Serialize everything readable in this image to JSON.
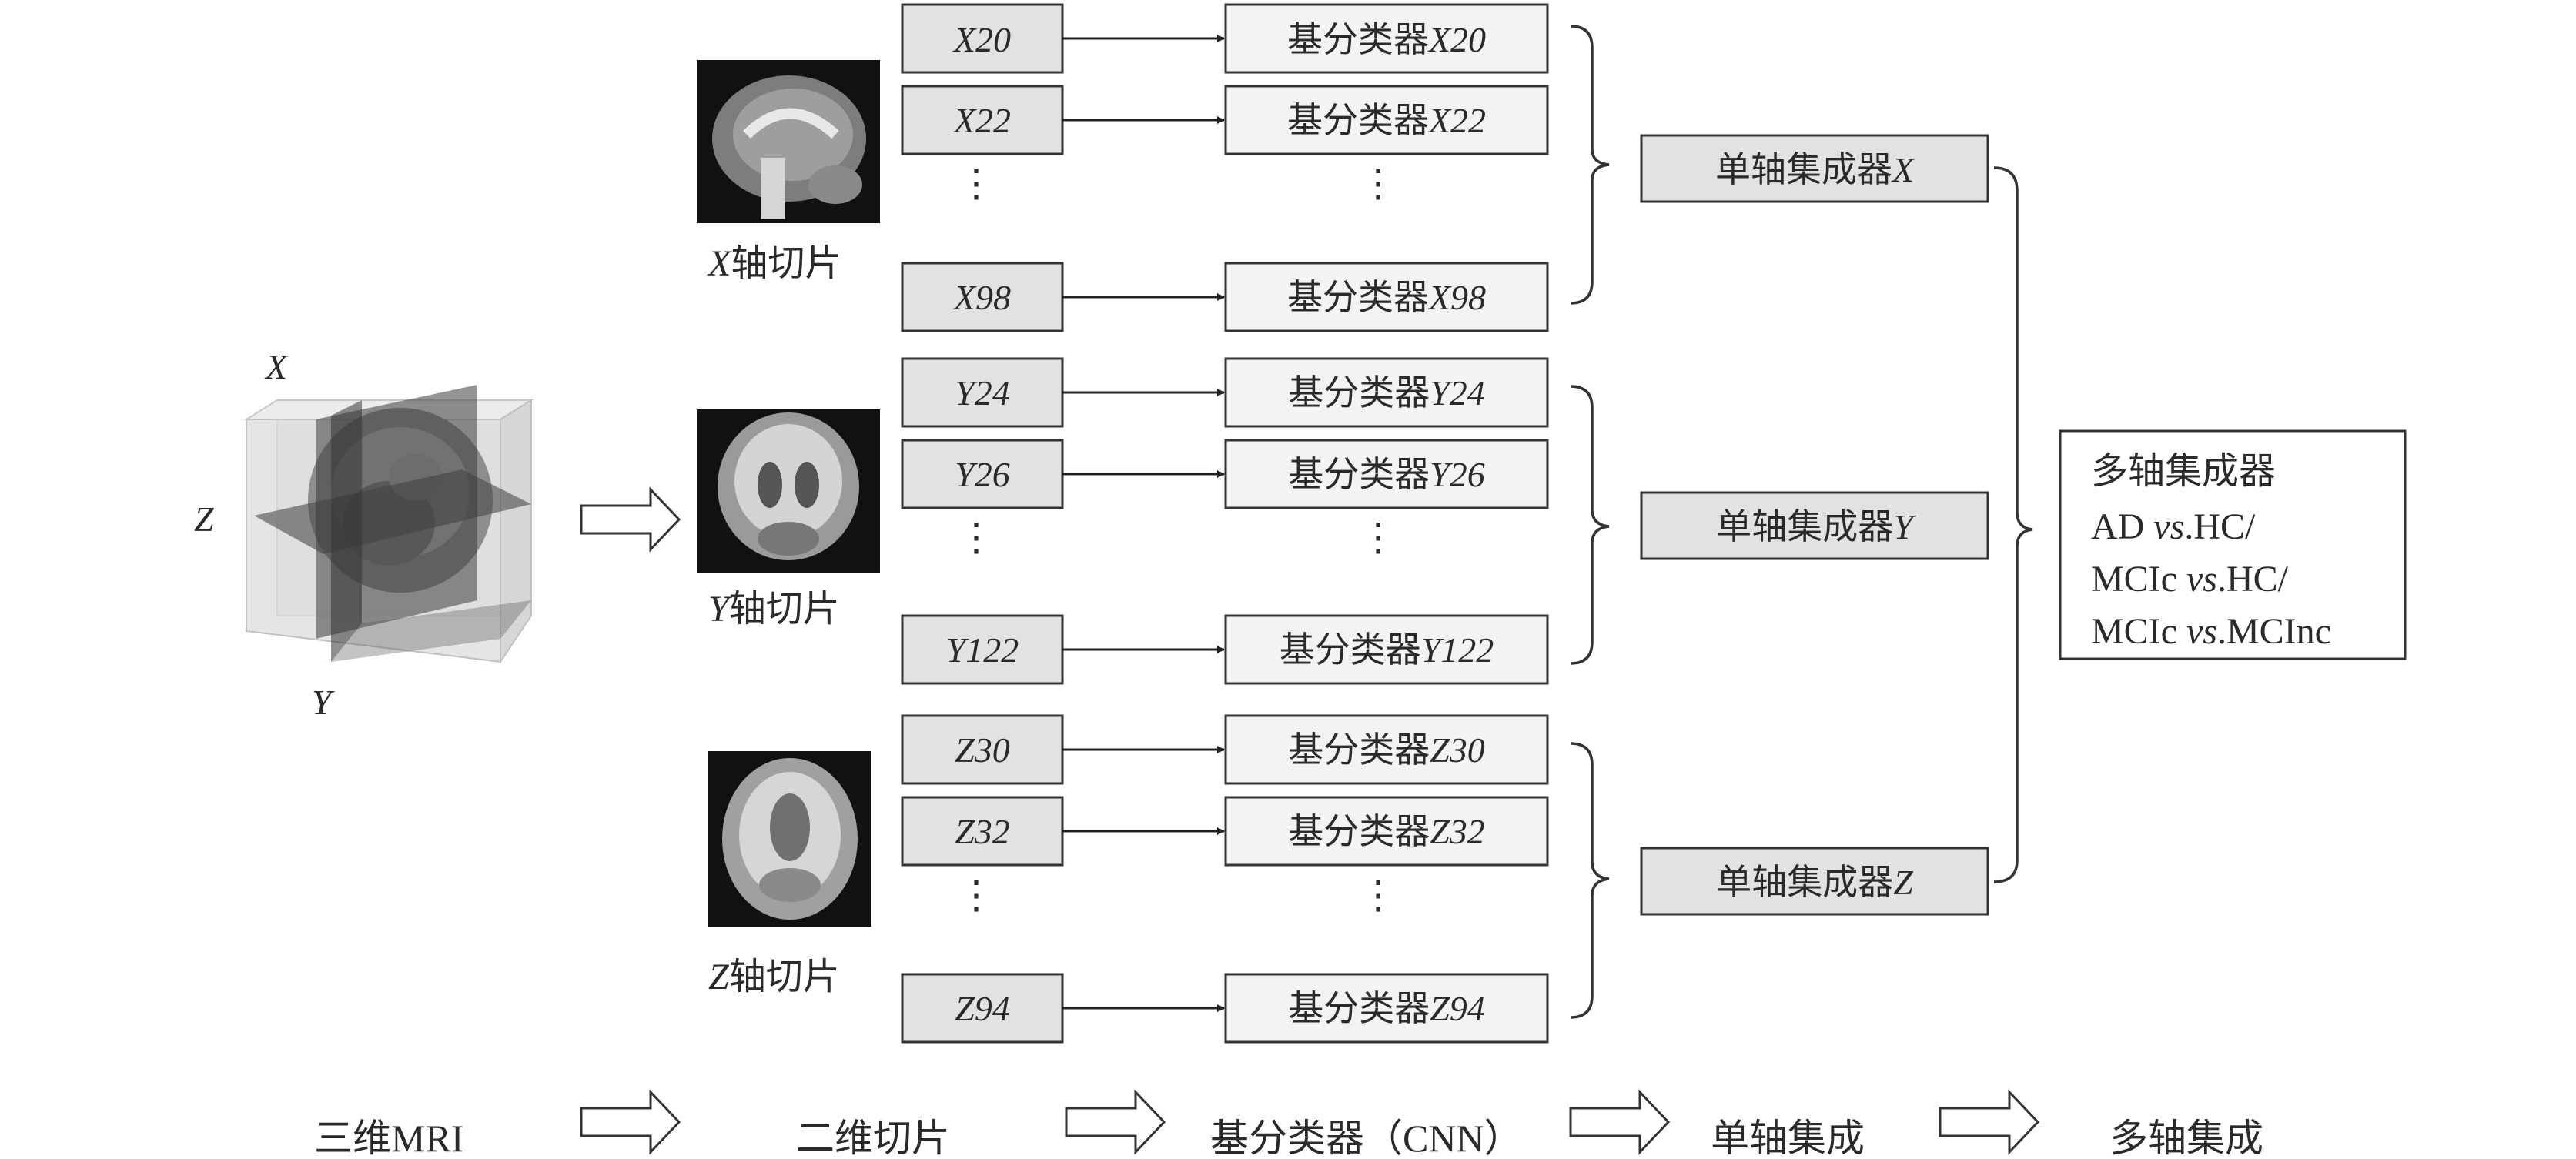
{
  "mri": {
    "axis_x": "X",
    "axis_y": "Y",
    "axis_z": "Z"
  },
  "slices": [
    {
      "axis": "X",
      "caption_axis": "X",
      "caption_text": "轴切片",
      "rows": [
        {
          "slice": "X20",
          "cls_prefix": "基分类器",
          "cls_axis": "X20"
        },
        {
          "slice": "X22",
          "cls_prefix": "基分类器",
          "cls_axis": "X22"
        },
        {
          "slice": "X98",
          "cls_prefix": "基分类器",
          "cls_axis": "X98"
        }
      ],
      "ensemble_prefix": "单轴集成器",
      "ensemble_axis": "X"
    },
    {
      "axis": "Y",
      "caption_axis": "Y",
      "caption_text": "轴切片",
      "rows": [
        {
          "slice": "Y24",
          "cls_prefix": "基分类器",
          "cls_axis": "Y24"
        },
        {
          "slice": "Y26",
          "cls_prefix": "基分类器",
          "cls_axis": "Y26"
        },
        {
          "slice": "Y122",
          "cls_prefix": "基分类器",
          "cls_axis": "Y122"
        }
      ],
      "ensemble_prefix": "单轴集成器",
      "ensemble_axis": "Y"
    },
    {
      "axis": "Z",
      "caption_axis": "Z",
      "caption_text": "轴切片",
      "rows": [
        {
          "slice": "Z30",
          "cls_prefix": "基分类器",
          "cls_axis": "Z30"
        },
        {
          "slice": "Z32",
          "cls_prefix": "基分类器",
          "cls_axis": "Z32"
        },
        {
          "slice": "Z94",
          "cls_prefix": "基分类器",
          "cls_axis": "Z94"
        }
      ],
      "ensemble_prefix": "单轴集成器",
      "ensemble_axis": "Z"
    }
  ],
  "ellipsis": "⋮",
  "multi": {
    "title": "多轴集成器",
    "lines": [
      {
        "a": "AD ",
        "vs": "vs",
        "b": ".HC/"
      },
      {
        "a": "MCIc ",
        "vs": "vs",
        "b": ".HC/"
      },
      {
        "a": "MCIc ",
        "vs": "vs",
        "b": ".MCInc"
      }
    ]
  },
  "pipeline": [
    "三维MRI",
    "二维切片",
    "基分类器（CNN）",
    "单轴集成",
    "多轴集成"
  ],
  "colors": {
    "slice_box": "#e2e2e2",
    "classifier_box": "#f3f3f3",
    "stroke": "#333333"
  }
}
